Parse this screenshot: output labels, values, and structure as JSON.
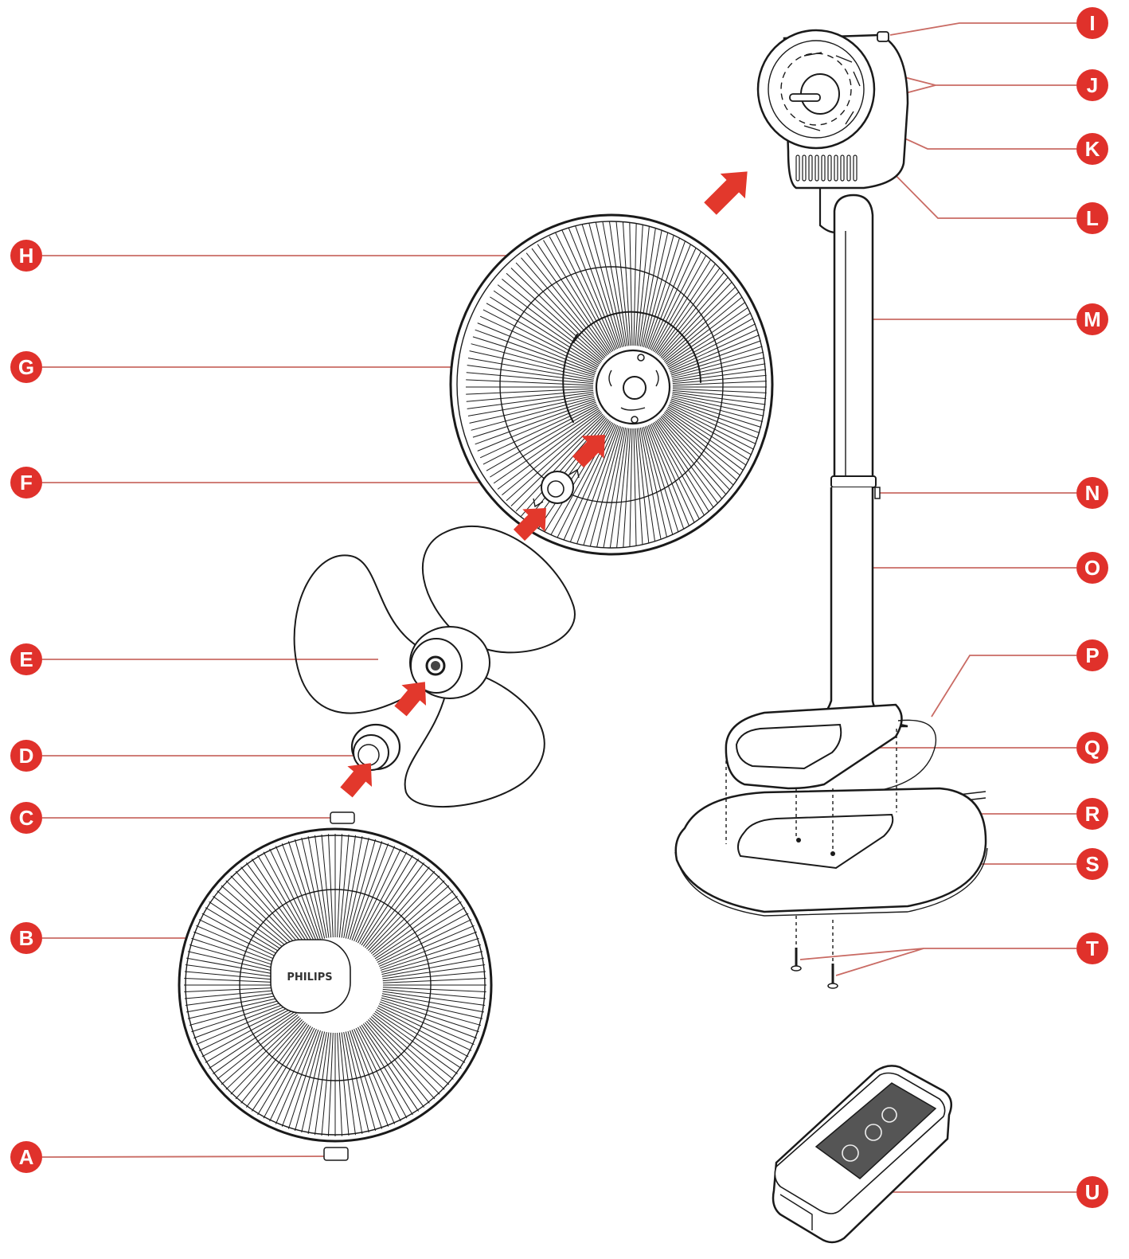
{
  "colors": {
    "label_fill": "#e0312b",
    "label_text": "#ffffff",
    "leader_line": "#c96b64",
    "drawing": "#1a1a1a",
    "arrow": "#e2382c"
  },
  "brand": "PHILIPS",
  "labels": {
    "A": "A",
    "B": "B",
    "C": "C",
    "D": "D",
    "E": "E",
    "F": "F",
    "G": "G",
    "H": "H",
    "I": "I",
    "J": "J",
    "K": "K",
    "L": "L",
    "M": "M",
    "N": "N",
    "O": "O",
    "P": "P",
    "Q": "Q",
    "R": "R",
    "S": "S",
    "T": "T",
    "U": "U"
  }
}
